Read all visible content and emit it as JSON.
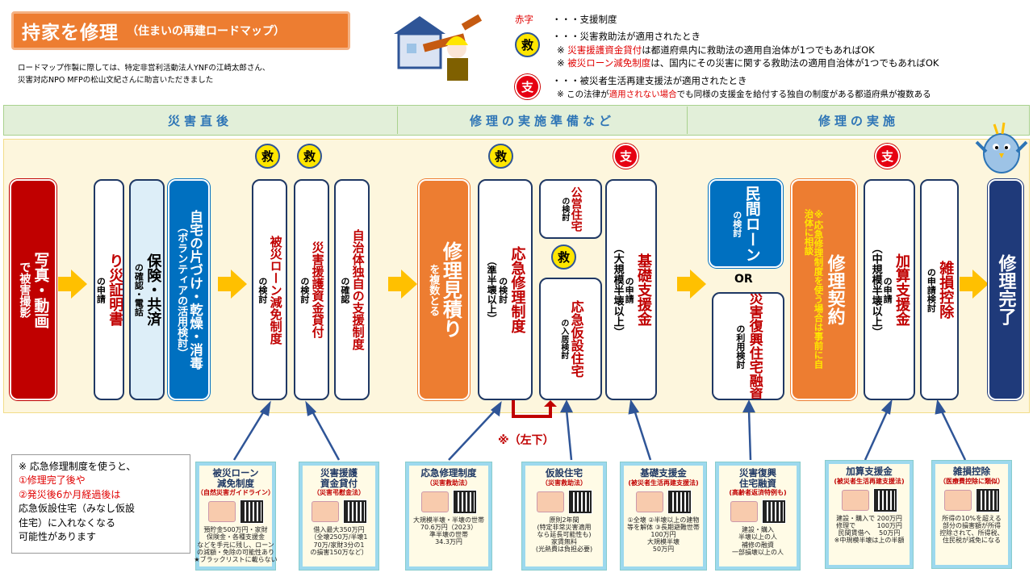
{
  "header": {
    "title": "持家を修理",
    "subtitle": "（住まいの再建ロードマップ）",
    "credit1": "ロードマップ作製に際しては、特定非営利活動法人YNFの江崎太郎さん、",
    "credit2": "災害対応NPO MFPの松山文紀さんに助言いただきました"
  },
  "legend": {
    "red_label": "赤字",
    "red_desc": "・・・支援制度",
    "kyu": "救",
    "shi": "支",
    "kyu_desc": "・・・災害救助法が適用されたとき",
    "kyu_n1a": "※ ",
    "kyu_n1b": "災害援護資金貸付",
    "kyu_n1c": "は都道府県内に救助法の適用自治体が1つでもあればOK",
    "kyu_n2a": "※ ",
    "kyu_n2b": "被災ローン減免制度",
    "kyu_n2c": "は、国内にその災害に関する救助法の適用自治体が1つでもあればOK",
    "shi_desc": "・・・被災者生活再建支援法が適用されたとき",
    "shi_na": "※ この法律が",
    "shi_nb": "適用されない場合",
    "shi_nc": "でも同様の支援金を給付する独自の制度がある都道府県が複数ある"
  },
  "phases": [
    "災害直後",
    "修理の実施準備など",
    "修理の実施"
  ],
  "boxes": {
    "photo": {
      "a": "写真・動画",
      "b": "で被害撮影"
    },
    "cert": {
      "a": "り災証明書",
      "b": "の申請"
    },
    "ins": {
      "a": "保険・共済",
      "b": "の確認・電話"
    },
    "clean": {
      "a": "自宅の片づけ・乾燥・消毒",
      "b": "（ボランティアの活用検討）"
    },
    "loan": {
      "a": "被災ローン減免制度",
      "b": "の検討"
    },
    "fund": {
      "a": "災害援護資金貸付",
      "b": "の検討"
    },
    "local": {
      "a": "自治体独自の支援制度",
      "b": "の確認"
    },
    "est": {
      "a": "修理見積り",
      "b": "を複数とる"
    },
    "emerg": {
      "a": "応急修理制度",
      "b": "の検討",
      "c": "（準半壊以上）"
    },
    "public": {
      "a": "公営住宅",
      "b": "の検討"
    },
    "temp": {
      "a": "応急仮設住宅",
      "b": "の入居検討"
    },
    "basic": {
      "a": "基礎支援金",
      "b": "の申請",
      "c": "（大規模半壊以上）"
    },
    "private": {
      "a": "民間ローン",
      "b": "の検討"
    },
    "or": "OR",
    "recon": {
      "a": "災害復興住宅融資",
      "b": "の利用検討"
    },
    "contract": {
      "a": "修理契約",
      "b": "※応急修理制度を使う場合は事前に自治体に相談"
    },
    "add": {
      "a": "加算支援金",
      "b": "の申請",
      "c": "（中規模半壊以上）"
    },
    "misc": {
      "a": "雑損控除",
      "b": "の申請検討"
    },
    "done": {
      "a": "修理完了"
    }
  },
  "loop_label": "※（左下）",
  "note": {
    "l1": "※ 応急修理制度を使うと、",
    "l2": "①修理完了後や",
    "l3": "②発災後6か月経過後は",
    "l4": "応急仮設住宅（みなし仮設",
    "l5": "住宅）に入れなくなる",
    "l6": "可能性があります"
  },
  "cards": [
    {
      "t1": "被災ローン",
      "t2": "減免制度",
      "s": "（自然災害ガイドライン）",
      "b1": "預貯金500万円・家財",
      "b2": "保険金・各種支援金",
      "b3": "などを手元に残し、ローン",
      "b4": "の減額・免除の可能性あり",
      "b5": "★ブラックリストに載らない"
    },
    {
      "t1": "災害援護",
      "t2": "資金貸付",
      "s": "（災害弔慰金法）",
      "b1": "借入最大350万円",
      "b2": "（全壊250万/半壊1",
      "b3": "70万/家財3分の1",
      "b4": "の損害150万など）",
      "b5": ""
    },
    {
      "t1": "応急修理制度",
      "t2": "",
      "s": "（災害救助法）",
      "b1": "大規模半壊・半壊の世帯",
      "b2": "70.6万円（2023）",
      "b3": "準半壊の世帯",
      "b4": "34.3万円",
      "b5": ""
    },
    {
      "t1": "仮設住宅",
      "t2": "",
      "s": "（災害救助法）",
      "b1": "原則2年間",
      "b2": "(特定非常災害適用",
      "b3": "なら延長可能性も)",
      "b4": "家賃無料",
      "b5": "(光熱費は負担必要)"
    },
    {
      "t1": "基礎支援金",
      "t2": "",
      "s": "(被災者生活再建支援法)",
      "b1": "①全壊 ②半壊以上の建物",
      "b2": "等を解体 ③長期避難世帯",
      "b3": "100万円",
      "b4": "大規模半壊",
      "b5": "50万円"
    },
    {
      "t1": "災害復興",
      "t2": "住宅融資",
      "s": "(高齢者返済特例も)",
      "b1": "建設・購入",
      "b2": "半壊以上の人",
      "b3": "補修の融資",
      "b4": "一部損壊以上の人",
      "b5": ""
    },
    {
      "t1": "加算支援金",
      "t2": "",
      "s": "(被災者生活再建支援法)",
      "b1": "建設・購入で 200万円",
      "b2": "修理で　　　 100万円",
      "b3": "民間賃借へ　 50万円",
      "b4": "※中規模半壊は上の半額",
      "b5": ""
    },
    {
      "t1": "雑損控除",
      "t2": "",
      "s": "（医療費控除に類似）",
      "b1": "所得の10%を超える",
      "b2": "部分の損害額が所得",
      "b3": "控除されて、所得税、",
      "b4": "住民税が減免になる",
      "b5": ""
    }
  ]
}
